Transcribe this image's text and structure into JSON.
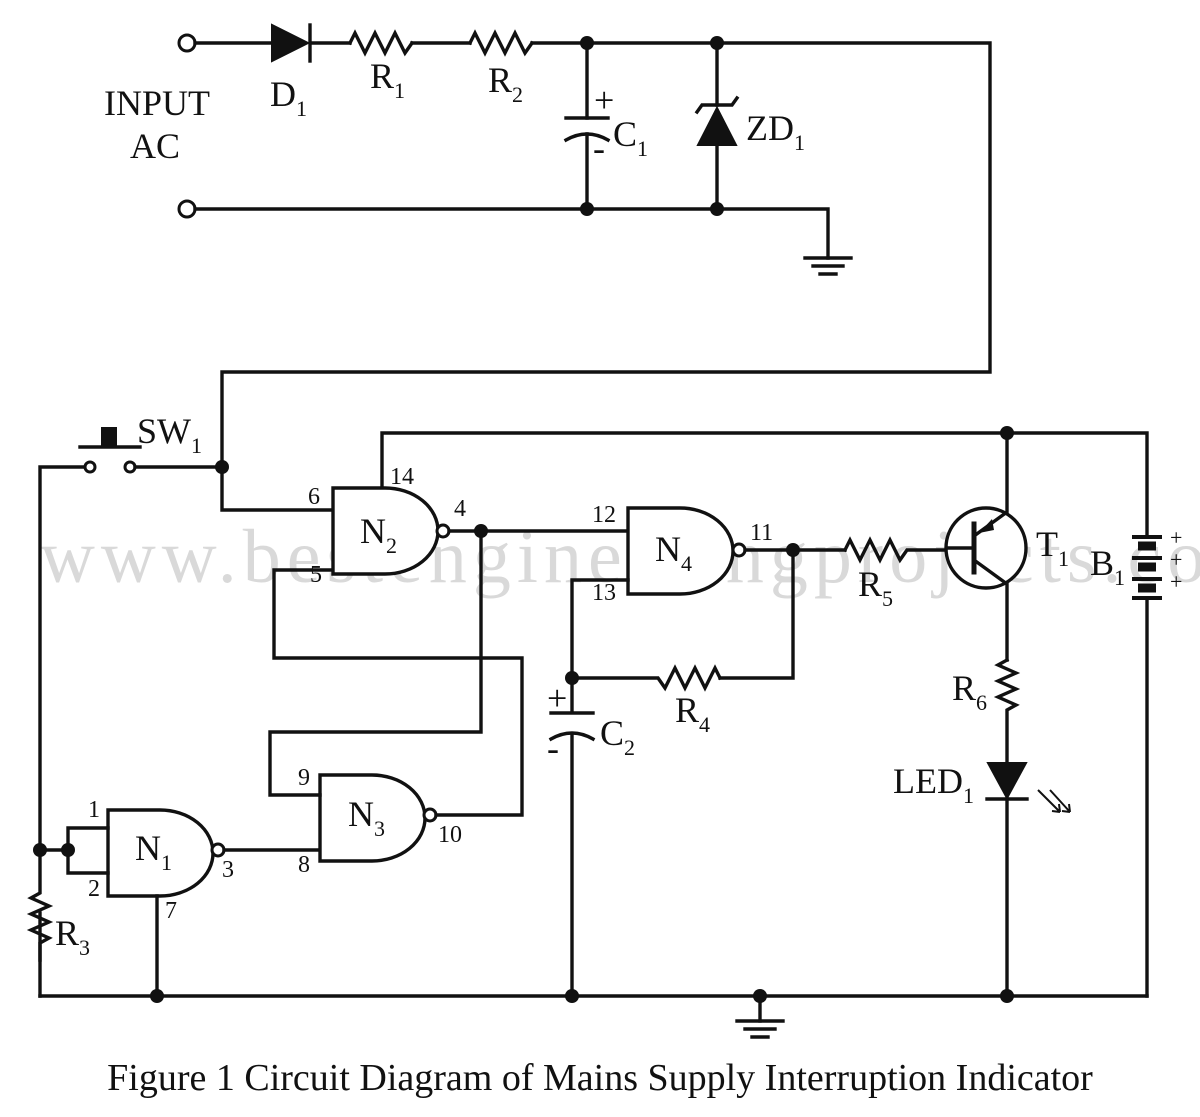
{
  "watermark": "www.bestengineeringprojects.com",
  "caption": "Figure 1 Circuit Diagram of Mains Supply Interruption Indicator",
  "input": {
    "line1": "INPUT",
    "line2": "AC"
  },
  "components": {
    "D1": {
      "name": "D",
      "sub": "1"
    },
    "R1": {
      "name": "R",
      "sub": "1"
    },
    "R2": {
      "name": "R",
      "sub": "2"
    },
    "C1": {
      "name": "C",
      "sub": "1",
      "plus": "+",
      "minus": "-"
    },
    "ZD1": {
      "name": "ZD",
      "sub": "1"
    },
    "SW1": {
      "name": "SW",
      "sub": "1"
    },
    "N1": {
      "name": "N",
      "sub": "1"
    },
    "N2": {
      "name": "N",
      "sub": "2"
    },
    "N3": {
      "name": "N",
      "sub": "3"
    },
    "N4": {
      "name": "N",
      "sub": "4"
    },
    "R3": {
      "name": "R",
      "sub": "3"
    },
    "R4": {
      "name": "R",
      "sub": "4"
    },
    "R5": {
      "name": "R",
      "sub": "5"
    },
    "R6": {
      "name": "R",
      "sub": "6"
    },
    "C2": {
      "name": "C",
      "sub": "2",
      "plus": "+",
      "minus": "-"
    },
    "T1": {
      "name": "T",
      "sub": "1"
    },
    "B1": {
      "name": "B",
      "sub": "1",
      "plus": "+"
    },
    "LED1": {
      "name": "LED",
      "sub": "1"
    }
  },
  "pins": {
    "p1": "1",
    "p2": "2",
    "p3": "3",
    "p4": "4",
    "p5": "5",
    "p6": "6",
    "p7": "7",
    "p8": "8",
    "p9": "9",
    "p10": "10",
    "p11": "11",
    "p12": "12",
    "p13": "13",
    "p14": "14"
  }
}
